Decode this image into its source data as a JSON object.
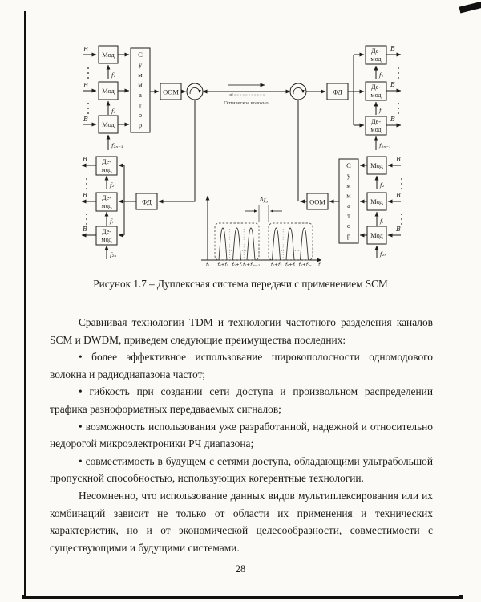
{
  "colors": {
    "ink": "#1c1c1c",
    "paper": "#fbfaf7"
  },
  "page": {
    "number": "28"
  },
  "figure": {
    "caption": "Рисунок 1.7 – Дуплексная система передачи с применением SCM"
  },
  "diagram": {
    "mod_label": "Мод",
    "demod_line1": "Де-",
    "demod_line2": "мод",
    "summator_label": "Сумматор",
    "oom_label": "ООМ",
    "fd_label": "ФД",
    "bit_label": "B",
    "fiber_label": "Оптическое волокно",
    "freq": {
      "f1": "f₁",
      "fi": "fᵢ",
      "f2n_1": "f₂ₙ₋₁",
      "f2": "f₂",
      "f2n": "f₂ₙ"
    },
    "spectrum": {
      "guard_main": "Δf",
      "guard_sub": "з",
      "axis_end": "f",
      "ellipsis": "…",
      "ticks": [
        "f₀",
        "f₀+f₁",
        "f₀+fᵢ",
        "f₀+f₂ₙ₋₁",
        "f₀+f₂",
        "f₀+fᵢ",
        "f₀+f₂ₙ"
      ]
    }
  },
  "text": {
    "paragraphs": [
      "Сравнивая технологии TDM и технологии частотного разделения каналов SCM и DWDM, приведем следующие преимущества последних:",
      "• более эффективное использование широкополосности одномодового волокна и радиодиапазона частот;",
      "• гибкость при создании сети доступа и произвольном распределении трафика разноформатных передаваемых сигналов;",
      "• возможность использования уже разработанной, надежной и относительно недорогой микроэлектроники РЧ диапазона;",
      "• совместимость в будущем с сетями доступа, обладающими ультрабольшой пропускной способностью, использующих когерентные технологии.",
      "Несомненно, что использование данных видов мультиплексирования или их комбинаций зависит не только от области их применения и технических характеристик, но и от экономической целесообразности, совместимости с существующими и будущими системами."
    ]
  }
}
